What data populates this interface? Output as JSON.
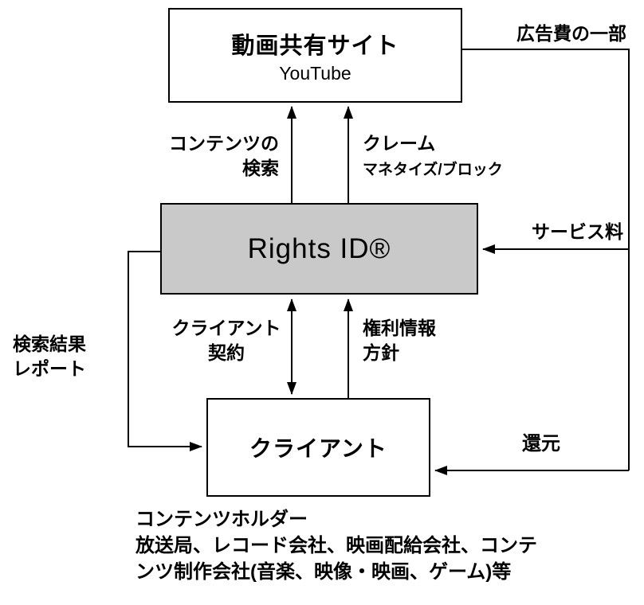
{
  "nodes": {
    "youtube": {
      "title": "動画共有サイト",
      "subtitle": "YouTube"
    },
    "rights_id": {
      "label": "Rights ID®"
    },
    "client": {
      "label": "クライアント"
    }
  },
  "edge_labels": {
    "ad_fee": "広告費の一部",
    "content_search": "コンテンツの\n検索",
    "claim": "クレーム",
    "claim_detail": "マネタイズ/ブロック",
    "service_fee": "サービス料",
    "search_report": "検索結果\nレポート",
    "client_contract": "クライアント\n契約",
    "rights_policy": "権利情報\n方針",
    "return": "還元"
  },
  "footer": {
    "text": "コンテンツホルダー\n放送局、レコード会社、映画配給会社、コンテ\nンツ制作会社(音楽、映像・映画、ゲーム)等"
  },
  "colors": {
    "rights_id_fill": "#c9c9c9",
    "line": "#000000",
    "background": "#ffffff"
  }
}
